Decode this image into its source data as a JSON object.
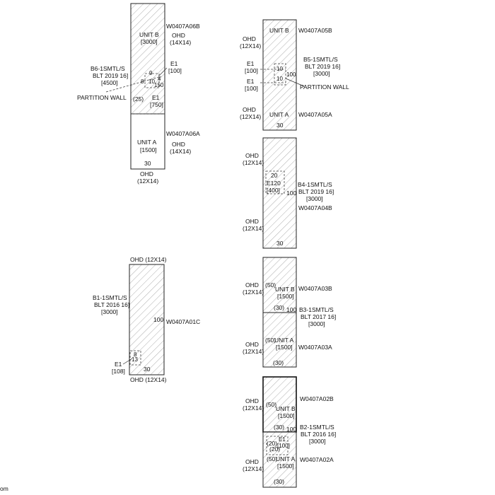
{
  "b6": {
    "unit_b": "UNIT B",
    "unit_b_area": "[3000]",
    "id_top": "W0407A06B",
    "ohd_top": "OHD",
    "ohd_top_size": "(14X14)",
    "label_line1": "B6-1SMTL/S",
    "label_line2": "BLT 2019 16]",
    "label_line3": "[4500]",
    "e1_top": "E1",
    "e1_top_area": "[100]",
    "dim_9": "9",
    "dim_8": "8",
    "dim_10": "10",
    "dim_4": "4",
    "dim_150": "150",
    "partition": "PARTITION WALL",
    "dim_25": "(25)",
    "e1_mid": "E1",
    "e1_mid_area": "[750]",
    "id_bottom": "W0407A06A",
    "ohd_bottom": "OHD",
    "ohd_bottom_size": "(14X14)",
    "unit_a": "UNIT A",
    "unit_a_area": "[1500]",
    "dim_30": "30",
    "ohd_base": "OHD",
    "ohd_base_size": "(12X14)"
  },
  "b5": {
    "unit_b": "UNIT B",
    "id_top": "W0407A05B",
    "ohd_left": "OHD",
    "ohd_left_size": "(12X14)",
    "label_line1": "B5-1SMTL/S",
    "label_line2": "BLT 2019 16]",
    "label_line3": "[3000]",
    "e1_a": "E1",
    "e1_a_area": "[100]",
    "e1_b": "E1",
    "e1_b_area": "[100]",
    "dim_10a": "10",
    "dim_10b": "10",
    "dim_100": "100",
    "partition": "PARTITION WALL",
    "ohd_lower": "OHD",
    "ohd_lower_size": "(12X14)",
    "unit_a": "UNIT A",
    "id_bottom": "W0407A05A",
    "dim_30": "30"
  },
  "b4": {
    "ohd_top": "OHD",
    "ohd_top_size": "(12X14)",
    "dim_20": "20",
    "e120": "E120",
    "e120_area": "[400]",
    "dim_100": "100",
    "label_line1": "B4-1SMTL/S",
    "label_line2": "BLT 2019 16]",
    "label_line3": "[3000]",
    "id": "W0407A04B",
    "ohd_bottom": "OHD",
    "ohd_bottom_size": "(12X14)",
    "dim_30": "30"
  },
  "b1": {
    "ohd_top": "OHD (12X14)",
    "label_line1": "B1-1SMTL/S",
    "label_line2": "BLT 2016 16]",
    "label_line3": "[3000]",
    "dim_100": "100",
    "id": "W0407A01C",
    "dim_8": "8",
    "dim_13": "13",
    "e1": "E1",
    "e1_area": "[108]",
    "dim_30": "30",
    "ohd_bottom": "OHD (12X14)"
  },
  "b3": {
    "ohd_top": "OHD",
    "ohd_top_size": "(12X14)",
    "dim_50a": "(50)",
    "unit_b": "UNIT B",
    "unit_b_area": "[1500]",
    "id_top": "W0407A03B",
    "dim_30a": "(30)",
    "dim_100": "100",
    "label_line1": "B3-1SMTL/S",
    "label_line2": "BLT 2017 16]",
    "label_line3": "[3000]",
    "ohd_bottom": "OHD",
    "ohd_bottom_size": "(12X14)",
    "dim_50b": "(50)",
    "unit_a": "UNIT A",
    "unit_a_area": "[1500]",
    "id_bottom": "W0407A03A",
    "dim_30b": "(30)"
  },
  "b2": {
    "ohd_top": "OHD",
    "ohd_top_size": "(12X14)",
    "dim_50a": "(50)",
    "unit_b": "UNIT B",
    "unit_b_area": "[1500]",
    "id_top": "W0407A02B",
    "dim_30a": "(30)",
    "dim_100": "100",
    "label_line1": "B2-1SMTL/S",
    "label_line2": "BLT 2016 16]",
    "label_line3": "[3000]",
    "e1": "E1",
    "e1_area": "[100]",
    "dim_20": "(20)",
    "dim_20b": "(20)",
    "ohd_bottom": "OHD",
    "ohd_bottom_size": "(12X14)",
    "dim_50b": "(50)",
    "unit_a": "UNIT A",
    "unit_a_area": "[1500]",
    "id_bottom": "W0407A02A",
    "dim_30b": "(30)"
  },
  "corner": {
    "fragment": "om"
  }
}
